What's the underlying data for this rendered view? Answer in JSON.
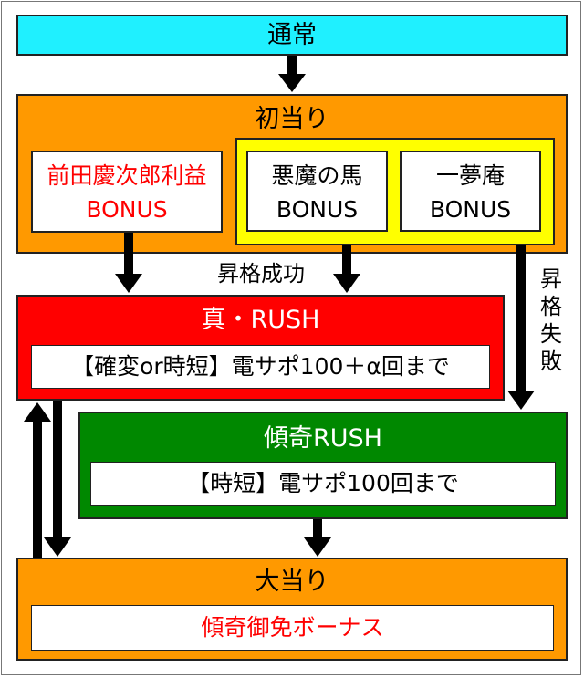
{
  "normal": {
    "label": "通常"
  },
  "first_hit": {
    "label": "初当り",
    "bonus_red": {
      "line1": "前田慶次郎利益",
      "line2": "BONUS"
    },
    "bonus_akuma": {
      "line1": "悪魔の馬",
      "line2": "BONUS"
    },
    "bonus_ichimu": {
      "line1": "一夢庵",
      "line2": "BONUS"
    }
  },
  "promotion_success": "昇格成功",
  "promotion_fail": [
    "昇",
    "格",
    "失",
    "敗"
  ],
  "shin_rush": {
    "label": "真・RUSH",
    "detail": "【確変or時短】電サポ100＋α回まで"
  },
  "kabuki_rush": {
    "label": "傾奇RUSH",
    "detail": "【時短】電サポ100回まで"
  },
  "big_hit": {
    "label": "大当り",
    "detail": "傾奇御免ボーナス"
  },
  "colors": {
    "cyan": "#1ff0ff",
    "orange": "#ff9900",
    "red": "#ff0000",
    "green": "#008800",
    "yellow": "#ffff00"
  },
  "icons": [
    "arrow-down-icon",
    "arrow-up-icon"
  ]
}
